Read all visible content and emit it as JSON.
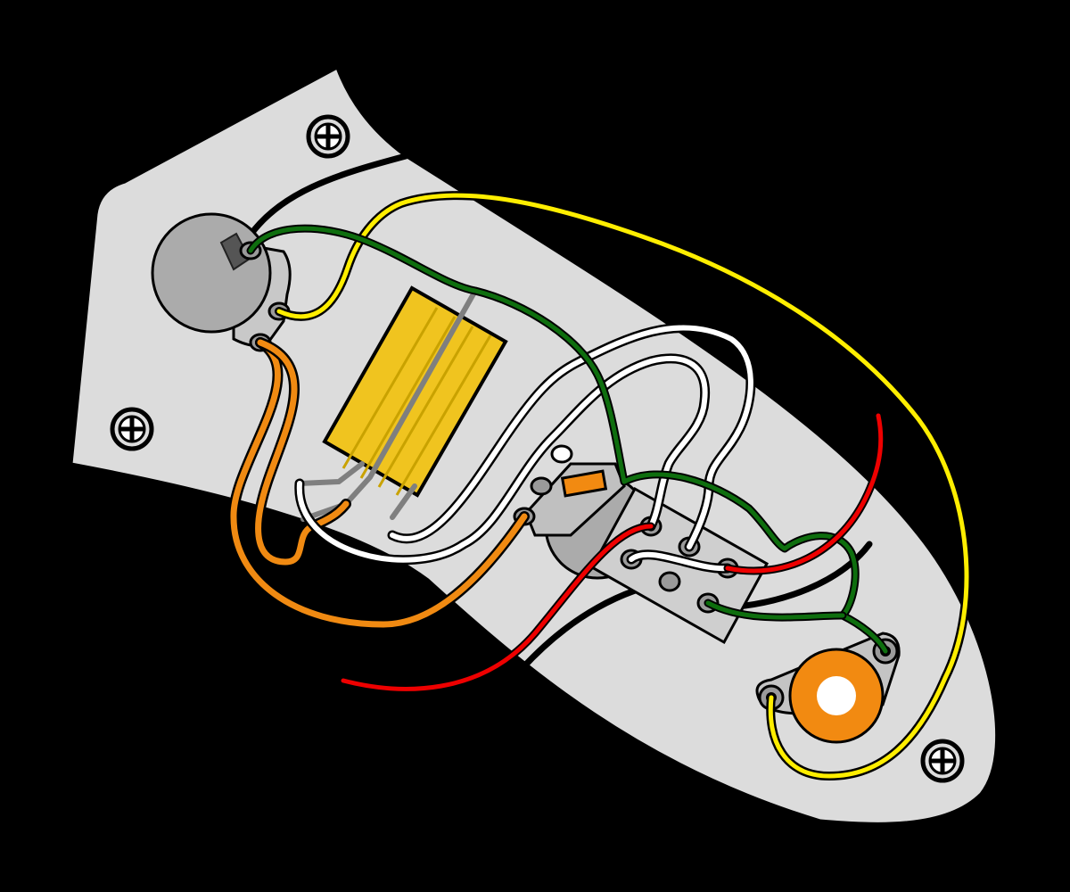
{
  "diagram": {
    "kind": "guitar control plate wiring",
    "colors": {
      "background": "#000000",
      "plate": "#dcdcdc",
      "pot": "#ababab",
      "switch_plate": "#cfcfcf",
      "capacitor": "#f0c41f",
      "jack_ring": "#f28a11",
      "lug": "#9a9a9a"
    },
    "components": {
      "screws": [
        "screw-top",
        "screw-left",
        "screw-bottom-right"
      ],
      "pots": [
        "volume-pot",
        "tone-pot"
      ],
      "switch": "toggle-switch",
      "capacitor": "capacitor-block",
      "output_jack": "output-jack",
      "small_part": "orange-resistor"
    },
    "wires": [
      {
        "name": "black-ground-wire",
        "color": "#000000"
      },
      {
        "name": "yellow-wire",
        "color": "#ffee00"
      },
      {
        "name": "green-wire",
        "color": "#0e6e0e"
      },
      {
        "name": "white-wire",
        "color": "#ffffff"
      },
      {
        "name": "orange-wire",
        "color": "#f08a12"
      },
      {
        "name": "red-wire",
        "color": "#ee0000"
      }
    ]
  }
}
